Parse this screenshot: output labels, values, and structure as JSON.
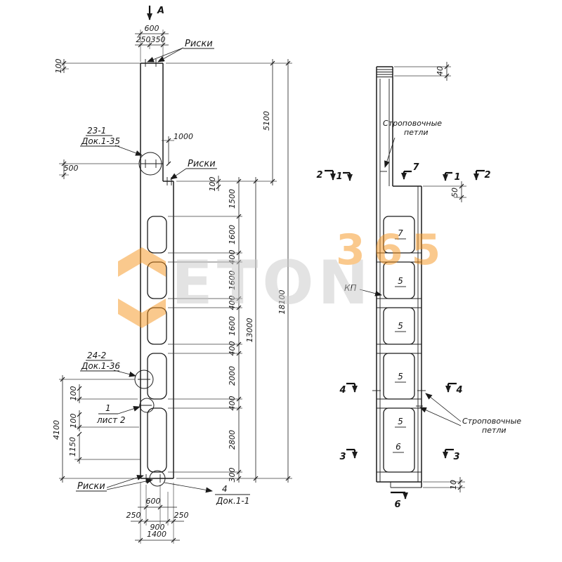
{
  "meta": {
    "background": "#ffffff",
    "ink": "#1b1b1b",
    "accent_orange": "#F7941E"
  },
  "watermark": {
    "text": "ETON",
    "number": "365"
  },
  "front": {
    "section_letter": "А",
    "labels": {
      "riski_top": "Риски",
      "riski_mid": "Риски",
      "riski_bottom": "Риски",
      "c231_line1": "23-1",
      "c231_line2": "Док.1-35",
      "c242_line1": "24-2",
      "c242_line2": "Док.1-36",
      "pos1_num": "1",
      "pos1_sheet": "лист 2",
      "c4_num": "4",
      "c4_doc": "Док.1-1"
    },
    "dims": {
      "top_600": "600",
      "top_250": "250",
      "top_350": "350",
      "top_left_100": "100",
      "d1000": "1000",
      "left_500": "500",
      "step_100": "100",
      "chain": [
        "1500",
        "1600",
        "400",
        "1600",
        "400",
        "1600",
        "400",
        "2000",
        "400",
        "2800",
        "300"
      ],
      "t13000": "13000",
      "t5100": "5100",
      "t18100": "18100",
      "b4100": "4100",
      "b100a": "100",
      "b100b": "100",
      "b1150": "1150",
      "bot_600": "600",
      "bot_250l": "250",
      "bot_900": "900",
      "bot_250r": "250",
      "bot_1400": "1400"
    }
  },
  "side": {
    "labels": {
      "sling_top1": "Строповочные",
      "sling_top2": "петли",
      "sling_bot1": "Строповочные",
      "sling_bot2": "петли",
      "kp": "КП"
    },
    "dims": {
      "d40": "40",
      "d50": "50",
      "d10": "10"
    },
    "sections": {
      "s2l": "2",
      "s1l": "1",
      "s7": "7",
      "s1r": "1",
      "s2r": "2",
      "s4l": "4",
      "s4r": "4",
      "s3l": "3",
      "s3r": "3",
      "s6": "6"
    },
    "panel_numbers": [
      "7",
      "5",
      "5",
      "5",
      "5",
      "6"
    ]
  }
}
